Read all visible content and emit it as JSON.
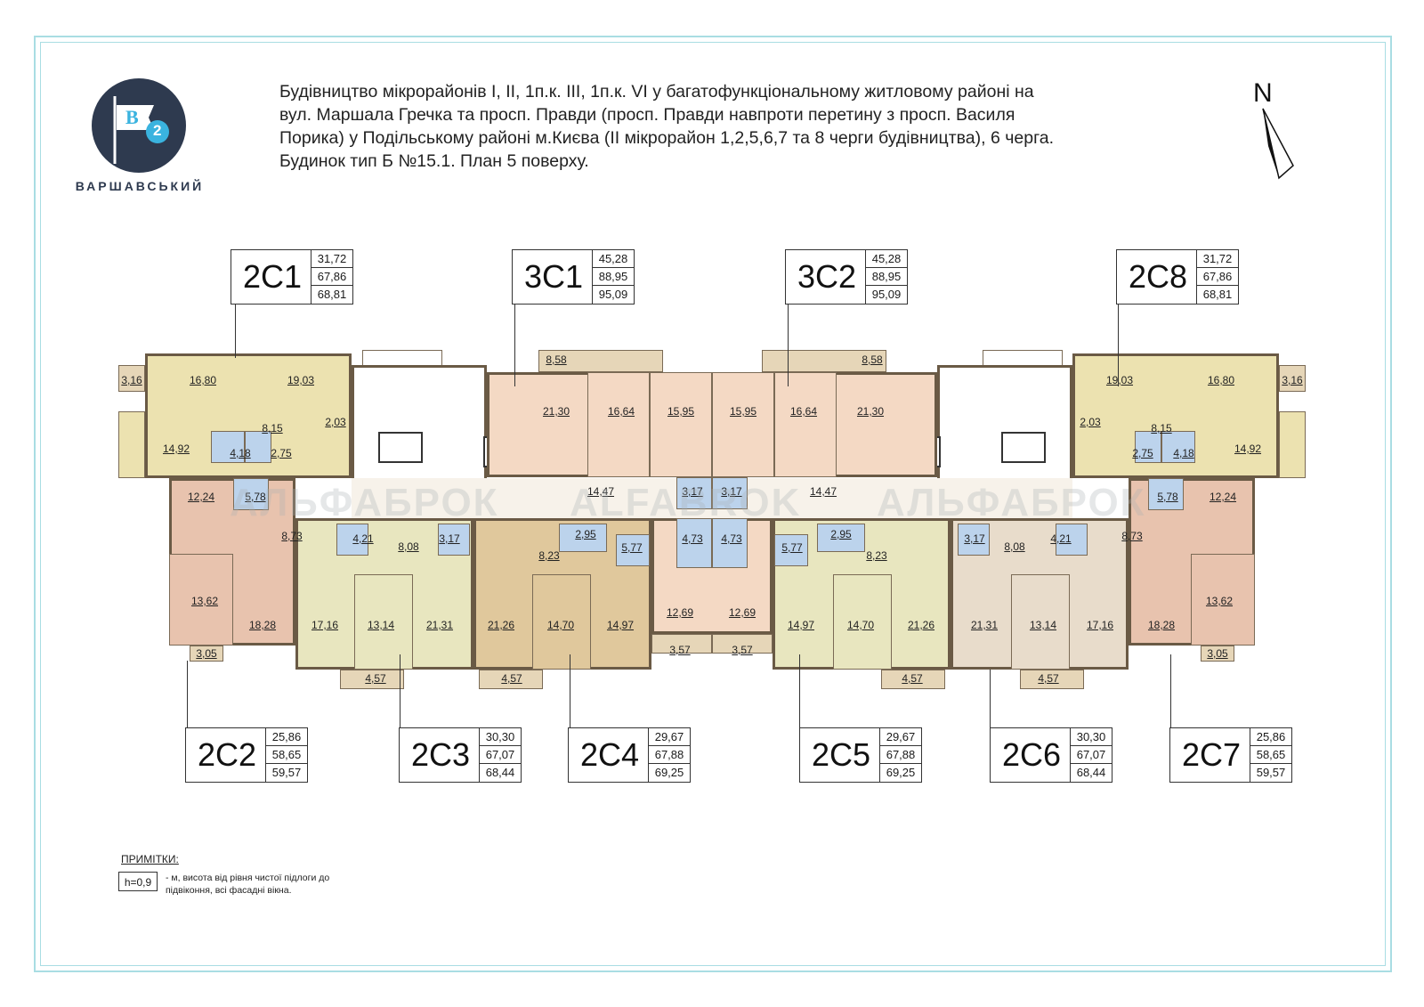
{
  "brand": {
    "name": "ВАРШАВСЬКИЙ",
    "logo_letter": "B",
    "logo_number": "2"
  },
  "title_lines": [
    "Будівництво мікрорайонів І, ІІ, 1п.к. ІІІ, 1п.к. VI у багатофункціональному житловому районі на",
    "вул. Маршала Гречка та просп. Правди (просп. Правди навпроти перетину  з просп. Василя",
    "Порика) у Подільському районі м.Києва (ІІ мікрорайон 1,2,5,6,7 та 8 черги будівництва), 6 черга.",
    "Будинок тип Б  №15.1.    План 5 поверху."
  ],
  "north_label": "N",
  "apartments_top": [
    {
      "code": "2С1",
      "values": [
        "31,72",
        "67,86",
        "68,81"
      ]
    },
    {
      "code": "3С1",
      "values": [
        "45,28",
        "88,95",
        "95,09"
      ]
    },
    {
      "code": "3С2",
      "values": [
        "45,28",
        "88,95",
        "95,09"
      ]
    },
    {
      "code": "2С8",
      "values": [
        "31,72",
        "67,86",
        "68,81"
      ]
    }
  ],
  "apartments_bottom": [
    {
      "code": "2С2",
      "values": [
        "25,86",
        "58,65",
        "59,57"
      ]
    },
    {
      "code": "2С3",
      "values": [
        "30,30",
        "67,07",
        "68,44"
      ]
    },
    {
      "code": "2С4",
      "values": [
        "29,67",
        "67,88",
        "69,25"
      ]
    },
    {
      "code": "2С5",
      "values": [
        "29,67",
        "67,88",
        "69,25"
      ]
    },
    {
      "code": "2С6",
      "values": [
        "30,30",
        "67,07",
        "68,44"
      ]
    },
    {
      "code": "2С7",
      "values": [
        "25,86",
        "58,65",
        "59,57"
      ]
    }
  ],
  "room_labels": [
    "3,16",
    "16,80",
    "19,03",
    "14,92",
    "8,15",
    "4,18",
    "2,75",
    "2,03",
    "8,58",
    "21,30",
    "16,64",
    "15,95",
    "15,95",
    "16,64",
    "21,30",
    "8,58",
    "19,03",
    "16,80",
    "3,16",
    "8,15",
    "2,03",
    "2,75",
    "4,18",
    "14,92",
    "12,24",
    "5,78",
    "8,73",
    "4,21",
    "8,08",
    "3,17",
    "14,47",
    "3,17",
    "3,17",
    "14,47",
    "5,78",
    "12,24",
    "2,95",
    "5,77",
    "8,23",
    "4,73",
    "4,73",
    "5,77",
    "2,95",
    "8,23",
    "3,17",
    "8,08",
    "4,21",
    "8,73",
    "13,62",
    "18,28",
    "17,16",
    "13,14",
    "21,31",
    "21,26",
    "14,70",
    "14,97",
    "12,69",
    "12,69",
    "14,97",
    "14,70",
    "21,26",
    "21,31",
    "13,14",
    "17,16",
    "18,28",
    "13,62",
    "3,05",
    "4,57",
    "4,57",
    "3,57",
    "3,57",
    "4,57",
    "4,57",
    "3,05"
  ],
  "watermark": [
    "АЛЬФАБРОК",
    "ALFABROK",
    "АЛЬФАБРОК"
  ],
  "notes": {
    "title": "ПРИМІТКИ:",
    "symbol": "h=0,9",
    "text": "- м, висота від рівня чистої підлоги до підвіконня, всі фасадні вікна."
  },
  "colors": {
    "frame": "#a9dde3",
    "yellow": "#ece2b0",
    "pink": "#f4d9c4",
    "salmon": "#e8c3ae",
    "tan": "#e0c89c",
    "greenish": "#e8e6bf",
    "bath": "#bcd3ec",
    "core": "#ffffff",
    "balcony": "#e6d6b8"
  }
}
